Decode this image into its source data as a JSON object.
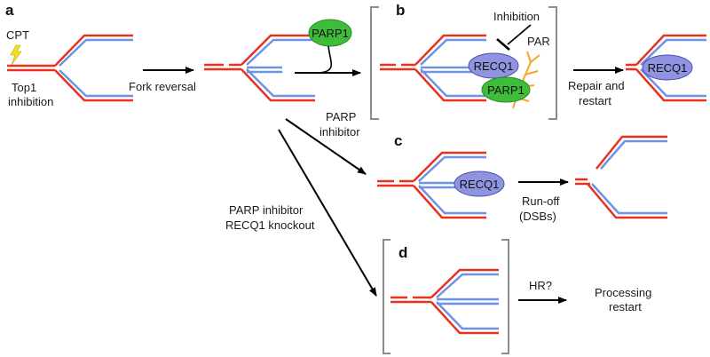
{
  "colors": {
    "red_strand": "#e8321e",
    "blue_strand": "#6f92e6",
    "parp1_fill": "#3fbd3a",
    "recq1_fill": "#8f93e0",
    "par_chain": "#f5a623",
    "bracket": "#8c8c8c",
    "arrow": "#000000",
    "lightning": "#f2e21a"
  },
  "panels": {
    "a": "a",
    "b": "b",
    "c": "c",
    "d": "d"
  },
  "labels": {
    "cpt": "CPT",
    "top1_line1": "Top1",
    "top1_line2": "inhibition",
    "fork_reversal": "Fork reversal",
    "inhibition": "Inhibition",
    "par": "PAR",
    "repair_line1": "Repair and",
    "repair_line2": "restart",
    "parpi_line1": "PARP",
    "parpi_line2": "inhibitor",
    "runoff_line1": "Run-off",
    "runoff_line2": "(DSBs)",
    "ko_line1": "PARP inhibitor",
    "ko_line2": "RECQ1 knockout",
    "hr": "HR?",
    "proc_line1": "Processing",
    "proc_line2": "restart"
  },
  "proteins": {
    "parp1": "PARP1",
    "recq1": "RECQ1"
  },
  "icons": [
    "lightning-icon",
    "arrow-icon",
    "inhibition-bar-icon",
    "bracket-icon"
  ]
}
